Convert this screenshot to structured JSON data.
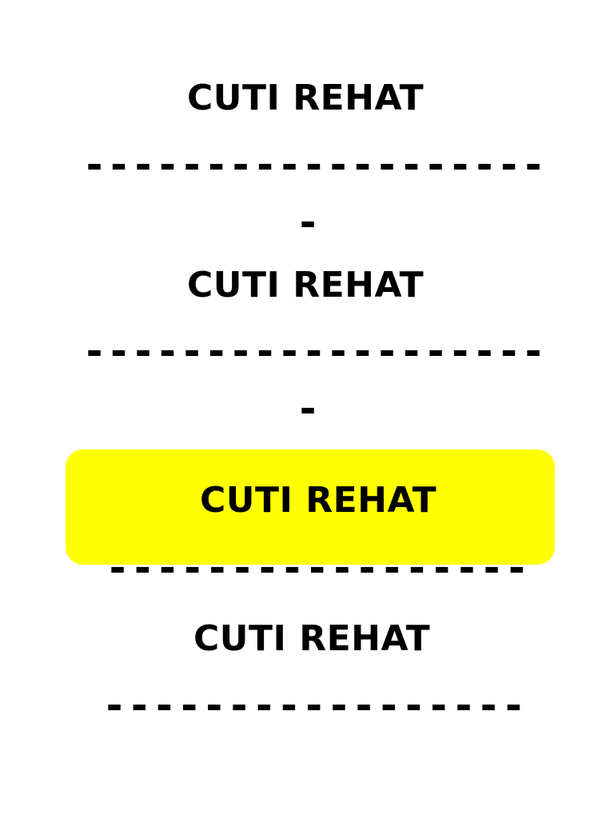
{
  "document": {
    "blocks": [
      {
        "title": "CUTI REHAT",
        "line": "-------------------",
        "continuation": "-"
      },
      {
        "title": "CUTI REHAT",
        "line": "-------------------",
        "continuation": "-"
      },
      {
        "title": "CUTI REHAT",
        "line": "-----------------",
        "highlighted": true
      },
      {
        "title": "CUTI REHAT",
        "line": "-----------------"
      }
    ]
  },
  "colors": {
    "highlight": "#ffff00",
    "text": "#000000",
    "background": "#ffffff"
  }
}
